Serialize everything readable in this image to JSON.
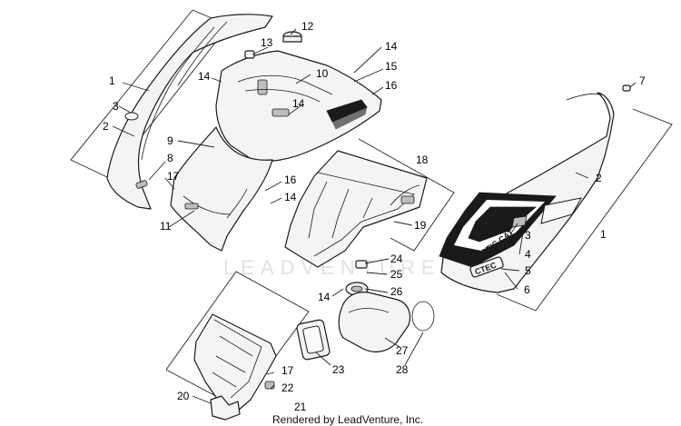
{
  "watermark": "LEADVENTURE",
  "credit": "Rendered by LeadVenture, Inc.",
  "decal": {
    "brand": "ARCTIC CAT",
    "model": "CTEC"
  },
  "callouts": [
    {
      "id": "c1a",
      "text": "1"
    },
    {
      "id": "c1b",
      "text": "1"
    },
    {
      "id": "c2a",
      "text": "2"
    },
    {
      "id": "c2b",
      "text": "2"
    },
    {
      "id": "c3a",
      "text": "3"
    },
    {
      "id": "c3b",
      "text": "3"
    },
    {
      "id": "c4",
      "text": "4"
    },
    {
      "id": "c5",
      "text": "5"
    },
    {
      "id": "c6",
      "text": "6"
    },
    {
      "id": "c7",
      "text": "7"
    },
    {
      "id": "c8",
      "text": "8"
    },
    {
      "id": "c9",
      "text": "9"
    },
    {
      "id": "c10",
      "text": "10"
    },
    {
      "id": "c11",
      "text": "11"
    },
    {
      "id": "c12",
      "text": "12"
    },
    {
      "id": "c13",
      "text": "13"
    },
    {
      "id": "c14a",
      "text": "14"
    },
    {
      "id": "c14b",
      "text": "14"
    },
    {
      "id": "c14c",
      "text": "14"
    },
    {
      "id": "c14d",
      "text": "14"
    },
    {
      "id": "c14e",
      "text": "14"
    },
    {
      "id": "c15",
      "text": "15"
    },
    {
      "id": "c16a",
      "text": "16"
    },
    {
      "id": "c16b",
      "text": "16"
    },
    {
      "id": "c17a",
      "text": "17"
    },
    {
      "id": "c17b",
      "text": "17"
    },
    {
      "id": "c18",
      "text": "18"
    },
    {
      "id": "c19",
      "text": "19"
    },
    {
      "id": "c20",
      "text": "20"
    },
    {
      "id": "c21",
      "text": "21"
    },
    {
      "id": "c22",
      "text": "22"
    },
    {
      "id": "c23",
      "text": "23"
    },
    {
      "id": "c24",
      "text": "24"
    },
    {
      "id": "c25",
      "text": "25"
    },
    {
      "id": "c26",
      "text": "26"
    },
    {
      "id": "c27",
      "text": "27"
    },
    {
      "id": "c28",
      "text": "28"
    }
  ]
}
